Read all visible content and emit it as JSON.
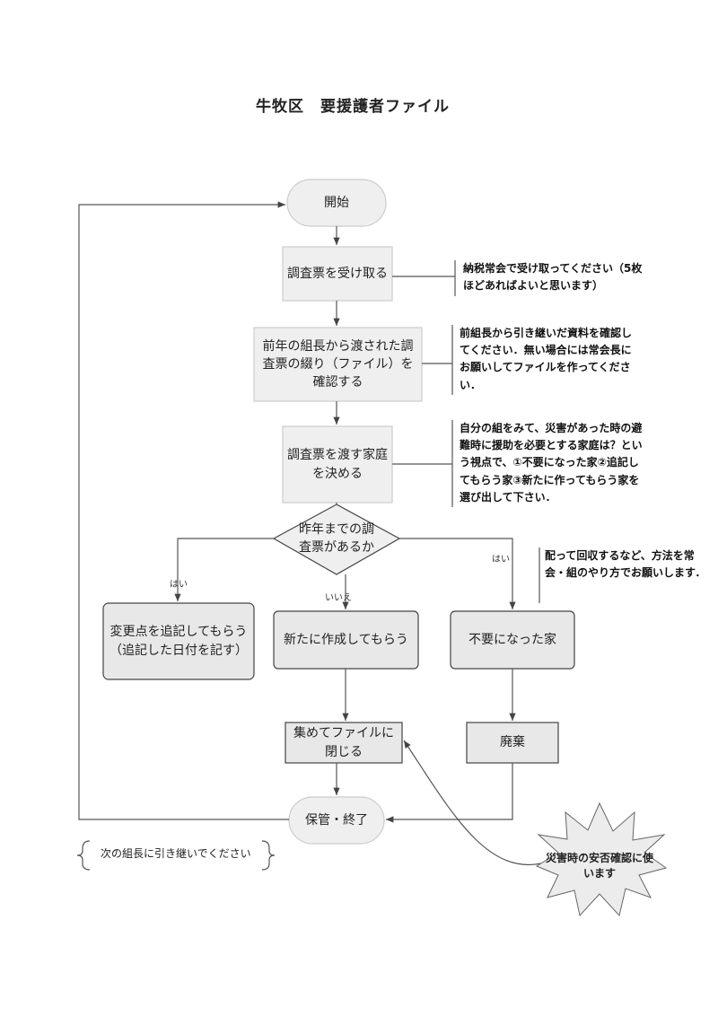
{
  "title": "牛牧区　要援護者ファイル",
  "nodes": {
    "start": "開始",
    "receive": "調査票を受け取る",
    "check_file": "前年の組長から渡された調査票の綴り（ファイル）を確認する",
    "decide": "調査票を渡す家庭を決める",
    "decision": "昨年までの調査票があるか",
    "append": "変更点を追記してもらう（追記した日付を記す）",
    "create_new": "新たに作成してもらう",
    "unneeded": "不要になった家",
    "bind": "集めてファイルに閉じる",
    "dispose": "廃棄",
    "end": "保管・終了"
  },
  "edge_labels": {
    "yes_left": "はい",
    "no": "いいえ",
    "yes_right": "はい"
  },
  "notes": {
    "receive": "納税常会で受け取ってください（5枚ほどあればよいと思います）",
    "check_file": "前組長から引き継いだ資料を確認してください．無い場合には常会長にお願いしてファイルを作ってください．",
    "decide": "自分の組をみて、災害があった時の避難時に援助を必要とする家庭は？という視点で、①不要になった家②追記してもらう家③新たに作ってもらう家を選び出して下さい．",
    "unneeded": "配って回収するなど、方法を常会・組のやり方でお願いします．",
    "handover": "次の組長に引き継いでください",
    "starburst": "災害時の安否確認に使います"
  }
}
